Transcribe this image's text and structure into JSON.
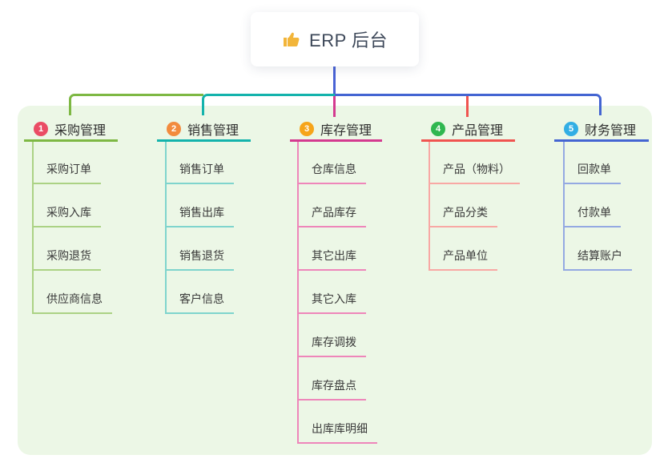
{
  "root": {
    "icon": "thumbs-up",
    "label": "ERP 后台"
  },
  "branches": [
    {
      "num": "1",
      "label": "采购管理",
      "badge_color": "#ea4c64",
      "line_color": "#7eb844",
      "light_color": "#abd284",
      "items": [
        "采购订单",
        "采购入库",
        "采购退货",
        "供应商信息"
      ]
    },
    {
      "num": "2",
      "label": "销售管理",
      "badge_color": "#f28b3e",
      "line_color": "#14b3ac",
      "light_color": "#7fd4cd",
      "items": [
        "销售订单",
        "销售出库",
        "销售退货",
        "客户信息"
      ]
    },
    {
      "num": "3",
      "label": "库存管理",
      "badge_color": "#f6a41a",
      "line_color": "#d43a90",
      "light_color": "#ee86ba",
      "items": [
        "仓库信息",
        "产品库存",
        "其它出库",
        "其它入库",
        "库存调拨",
        "库存盘点",
        "出库库明细"
      ]
    },
    {
      "num": "4",
      "label": "产品管理",
      "badge_color": "#2fb750",
      "line_color": "#f05450",
      "light_color": "#f8a8a4",
      "items": [
        "产品（物料）",
        "产品分类",
        "产品单位"
      ]
    },
    {
      "num": "5",
      "label": "财务管理",
      "badge_color": "#32aee4",
      "line_color": "#4465d2",
      "light_color": "#94a9e2",
      "items": [
        "回款单",
        "付款单",
        "结算账户"
      ]
    }
  ],
  "colors": {
    "panel_background": "#ecf7e6",
    "root_stem": "#4a63d5"
  }
}
